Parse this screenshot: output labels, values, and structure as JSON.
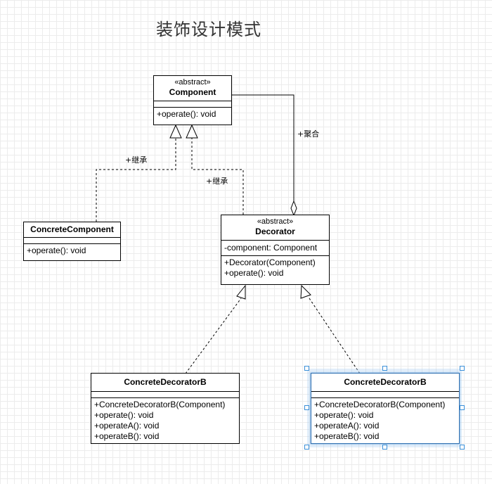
{
  "diagram": {
    "title": "装饰设计模式",
    "classes": {
      "component": {
        "stereotype": "«abstract»",
        "name": "Component",
        "attributes": [],
        "operations": [
          "+operate(): void"
        ]
      },
      "concrete_component": {
        "name": "ConcreteComponent",
        "attributes": [],
        "operations": [
          "+operate(): void"
        ]
      },
      "decorator": {
        "stereotype": "«abstract»",
        "name": "Decorator",
        "attributes": [
          "-component: Component"
        ],
        "operations": [
          "+Decorator(Component)",
          "+operate(): void"
        ]
      },
      "concrete_decorator_left": {
        "name": "ConcreteDecoratorB",
        "attributes": [],
        "operations": [
          "+ConcreteDecoratorB(Component)",
          "+operate(): void",
          "+operateA(): void",
          "+operateB(): void"
        ]
      },
      "concrete_decorator_right": {
        "name": "ConcreteDecoratorB",
        "attributes": [],
        "operations": [
          "+ConcreteDecoratorB(Component)",
          "+operate(): void",
          "+operateA(): void",
          "+operateB(): void"
        ]
      }
    },
    "relations": {
      "inherit_concrete_component": "+继承",
      "inherit_decorator": "+继承",
      "aggregation": "+聚合"
    }
  }
}
